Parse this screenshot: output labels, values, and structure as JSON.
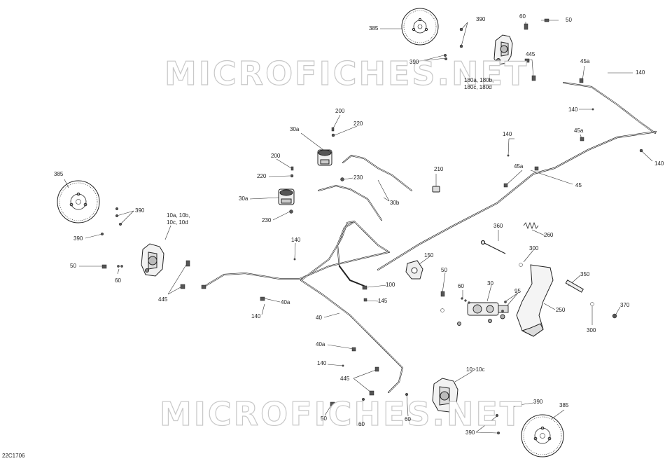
{
  "figure_code": "22C1706",
  "watermark": "MICROFICHES.NET",
  "callouts": {
    "c385_tl": "385",
    "c390_t1": "390",
    "c390_t2": "390",
    "c60_t": "60",
    "c50_t": "50",
    "c445_t": "445",
    "c180": "180a, 180b,\n180c, 180d",
    "c45a_1": "45a",
    "c140_r1": "140",
    "c140_r2": "140",
    "c140_r3": "140",
    "c140_r4": "140",
    "c45a_2": "45a",
    "c45a_3": "45a",
    "c45": "45",
    "c200_1": "200",
    "c220_1": "220",
    "c30a_1": "30a",
    "c200_2": "200",
    "c220_2": "220",
    "c230_1": "230",
    "c30a_2": "30a",
    "c230_2": "230",
    "c30b": "30b",
    "c210": "210",
    "c385_l": "385",
    "c390_l1": "390",
    "c390_l2": "390",
    "c10a": "10a, 10b,\n10c, 10d",
    "c50_l": "50",
    "c60_l": "60",
    "c445_l": "445",
    "c140_m": "140",
    "c360": "360",
    "c260": "260",
    "c150": "150",
    "c300_1": "300",
    "c350": "350",
    "c100": "100",
    "c50_m": "50",
    "c60_m": "60",
    "c30": "30",
    "c95": "95",
    "c40a_1": "40a",
    "c145": "145",
    "c140_m2": "140",
    "c250": "250",
    "c370": "370",
    "c300_2": "300",
    "c40": "40",
    "c40a_2": "40a",
    "c140_b": "140",
    "c10_10c": "10>10c",
    "c445_b": "445",
    "c50_b": "50",
    "c60_b1": "60",
    "c60_b2": "60",
    "c390_b1": "390",
    "c385_b": "385",
    "c390_b2": "390"
  }
}
